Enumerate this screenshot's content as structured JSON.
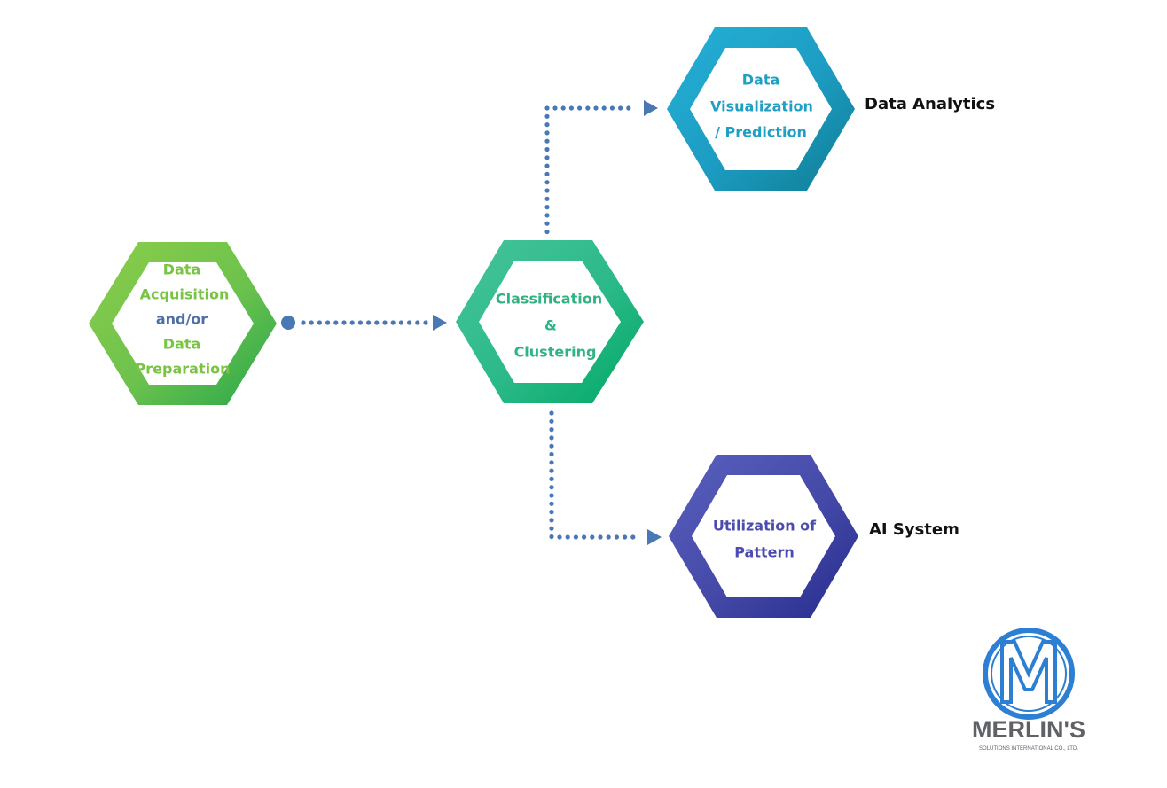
{
  "nodes": {
    "acquisition": {
      "lines": [
        "Data",
        "Acquisition",
        "and/or",
        "Data",
        "Preparation"
      ],
      "line_colors": [
        "#7ac443",
        "#7ac443",
        "#4d6ea8",
        "#7ac443",
        "#7ac443"
      ],
      "border_light": "#7fc85a",
      "border_dark": "#3aa84a"
    },
    "classification": {
      "lines": [
        "Classification",
        "&",
        "Clustering"
      ],
      "line_colors": [
        "#2fb383",
        "#2fb383",
        "#2fb383"
      ],
      "border_light": "#3cc08f",
      "border_dark": "#0ba86a"
    },
    "visualization": {
      "lines": [
        "Data",
        "Visualization",
        "/ Prediction"
      ],
      "line_colors": [
        "#1f9fc4",
        "#1f9fc4",
        "#1f9fc4"
      ],
      "border_light": "#22a9cf",
      "border_dark": "#16849e"
    },
    "utilization": {
      "lines": [
        "Utilization of",
        "Pattern"
      ],
      "line_colors": [
        "#4b4bb0",
        "#4b4bb0"
      ],
      "border_light": "#4f55b3",
      "border_dark": "#2e3494"
    }
  },
  "labels": {
    "data_analytics": "Data Analytics",
    "ai_system": "AI System"
  },
  "logo": {
    "name": "MERLIN'S",
    "tagline": "SOLUTIONS INTERNATIONAL CO., LTD.",
    "ring_color": "#2d7fd3",
    "text_color": "#5f6167"
  },
  "connector_color": "#4a78b4"
}
